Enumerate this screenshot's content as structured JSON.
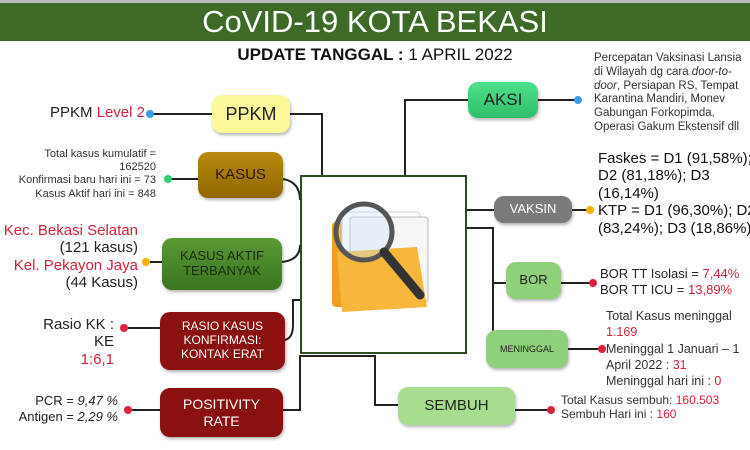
{
  "header": {
    "title": "CoVID-19 KOTA BEKASI",
    "update_label": "UPDATE TANGGAL :",
    "update_date": "1 APRIL 2022"
  },
  "nodes": {
    "ppkm": "PPKM",
    "kasus": "KASUS",
    "kasus_aktif": "KASUS AKTIF TERBANYAK",
    "rasio": "RASIO KASUS KONFIRMASI: KONTAK ERAT",
    "positivity": "POSITIVITY RATE",
    "aksi": "AKSI",
    "vaksin": "VAKSIN",
    "bor": "BOR",
    "meninggal": "MENINGGAL",
    "sembuh": "SEMBUH"
  },
  "ppkm": {
    "prefix": "PPKM",
    "level": "Level 2"
  },
  "kasus": {
    "line1": "Total kasus kumulatif =",
    "line2": "162520",
    "line3": "Konfirmasi baru hari ini = 73",
    "line4": "Kasus Aktif hari ini = 848"
  },
  "kasus_aktif": {
    "kec": "Kec. Bekasi Selatan",
    "kec_count": "(121 kasus)",
    "kel": "Kel. Pekayon Jaya",
    "kel_count": "(44 Kasus)"
  },
  "rasio": {
    "line1": "Rasio KK :",
    "line2": "KE",
    "value": "1:6,1"
  },
  "positivity": {
    "pcr_label": "PCR = ",
    "pcr": "9,47 %",
    "antigen_label": "Antigen = ",
    "antigen": "2,29 %"
  },
  "aksi": {
    "pre": "Percepatan Vaksinasi Lansia di Wilayah dg cara ",
    "italic": "door-to-door",
    "post": ", Persiapan RS, Tempat Karantina Mandiri, Monev Gabungan Forkopimda, Operasi Gakum Ekstensif dll"
  },
  "vaksin": {
    "faskes": "Faskes = D1 (91,58%); D2 (81,18%); D3 (16,14%)",
    "ktp": "KTP = D1 (96,30%); D2 (83,24%); D3 (18,86%)"
  },
  "bor": {
    "isolasi_label": "BOR TT Isolasi = ",
    "isolasi": "7,44%",
    "icu_label": "BOR TT ICU = ",
    "icu": "13,89%"
  },
  "meninggal": {
    "total_label": "Total Kasus meninggal",
    "total": "1.169",
    "range_label": "Meninggal 1 Januari – 1 April 2022 :",
    "range": "31",
    "today_label": "Meninggal hari ini :",
    "today": "0"
  },
  "sembuh": {
    "total_label": "Total Kasus sembuh:",
    "total": "160.503",
    "today_label": "Sembuh Hari ini :",
    "today": "160"
  },
  "colors": {
    "header": "#3d6a27",
    "red": "#d8203a"
  }
}
